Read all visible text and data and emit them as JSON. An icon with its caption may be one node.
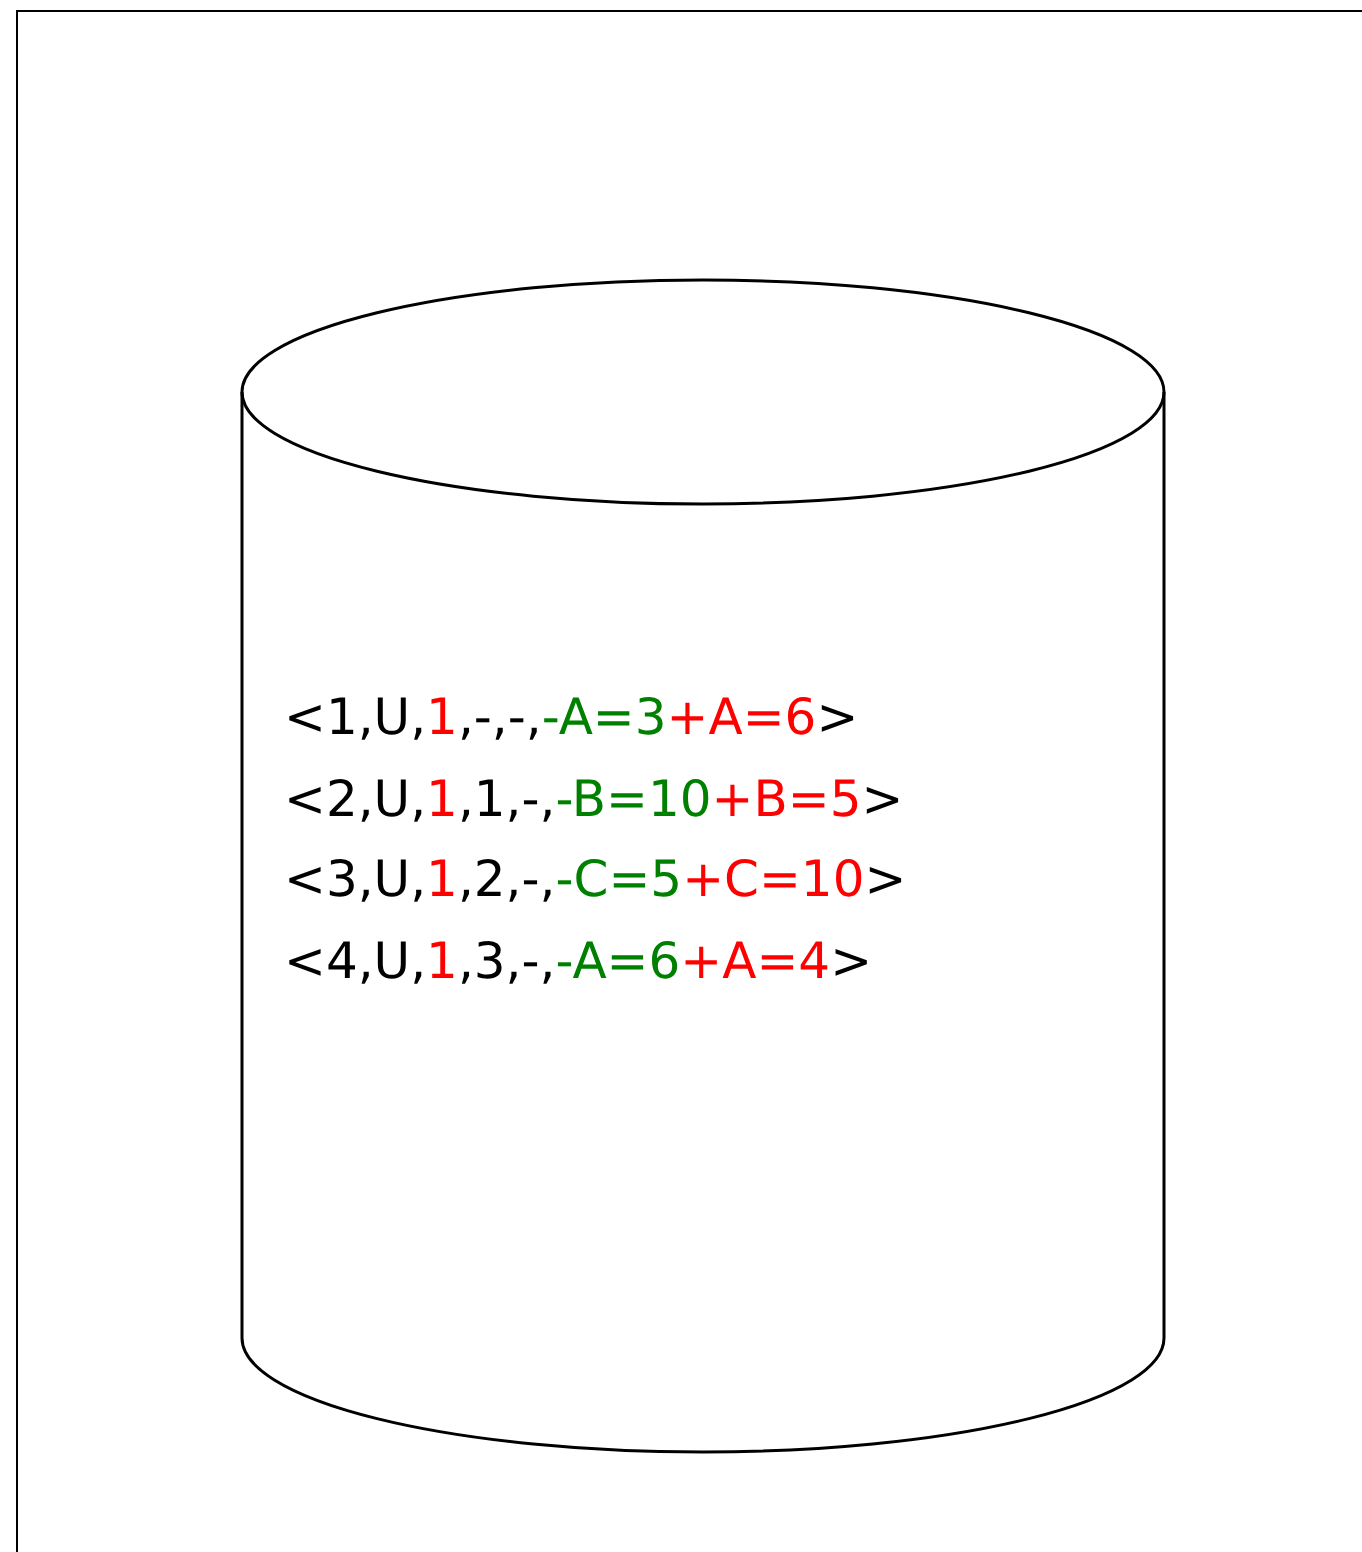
{
  "diagram": {
    "nodes": [
      {
        "text": [
          "<1,U,1,-,-,-A=3+A=6>",
          "<2,U,1,1,-,-B=10+B=5>",
          "<3,U,1,2,-,-C=5+C=10>",
          "<4,U,1,3,-,-A=6+A=4>"
        ]
      }
    ]
  }
}
